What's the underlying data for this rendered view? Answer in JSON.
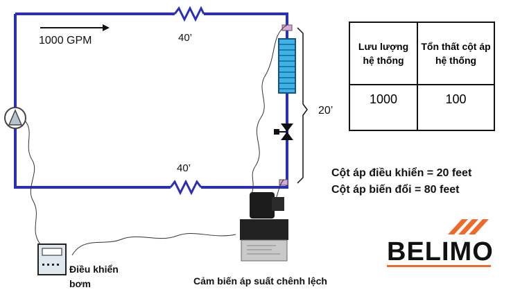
{
  "diagram": {
    "flow_label": "1000 GPM",
    "pipe_top_label": "40’",
    "pipe_bottom_label": "40’",
    "height_label": "20’",
    "controller_label": "Điều khiển bơm",
    "sensor_label": "Cảm biến áp suất chênh lệch",
    "control_head": "Cột áp điều khiển = 20 feet",
    "variable_head": "Cột áp biến đổi = 80 feet",
    "colors": {
      "pipe": "#2b2fb5",
      "coil": "#3cb4e6",
      "logo_accent": "#ee6a2b"
    }
  },
  "table": {
    "headers": [
      "Lưu lượng hệ thống",
      "Tổn thất cột áp hệ thống"
    ],
    "values": [
      "1000",
      "100"
    ]
  },
  "logo": {
    "text": "BELIMO"
  }
}
